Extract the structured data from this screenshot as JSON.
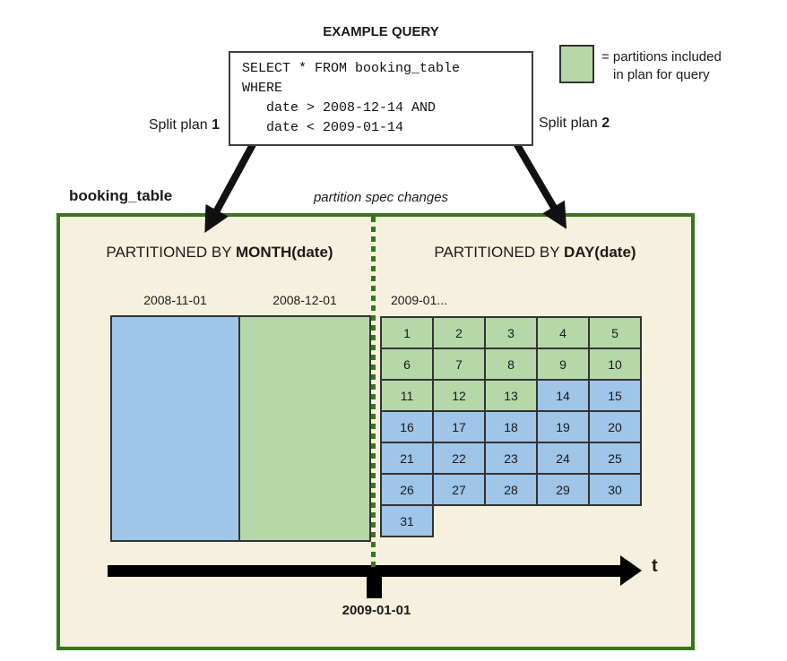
{
  "title": "EXAMPLE QUERY",
  "query": {
    "text": "SELECT * FROM booking_table\nWHERE\n   date > 2008-12-14 AND\n   date < 2009-01-14"
  },
  "legend": {
    "line1": "= partitions included",
    "line2": "in plan for query"
  },
  "split_plan_1": {
    "prefix": "Split plan ",
    "number": "1"
  },
  "split_plan_2": {
    "prefix": "Split plan ",
    "number": "2"
  },
  "table": {
    "name": "booking_table",
    "annotation": "partition spec changes",
    "left_partition": {
      "title_prefix": "PARTITIONED BY ",
      "title_bold": "MONTH(date)",
      "columns": [
        {
          "label": "2008-11-01",
          "included": false
        },
        {
          "label": "2008-12-01",
          "included": true
        }
      ]
    },
    "right_partition": {
      "title_prefix": "PARTITIONED BY ",
      "title_bold": "DAY(date)",
      "label": "2009-01...",
      "days": [
        {
          "n": 1,
          "included": true
        },
        {
          "n": 2,
          "included": true
        },
        {
          "n": 3,
          "included": true
        },
        {
          "n": 4,
          "included": true
        },
        {
          "n": 5,
          "included": true
        },
        {
          "n": 6,
          "included": true
        },
        {
          "n": 7,
          "included": true
        },
        {
          "n": 8,
          "included": true
        },
        {
          "n": 9,
          "included": true
        },
        {
          "n": 10,
          "included": true
        },
        {
          "n": 11,
          "included": true
        },
        {
          "n": 12,
          "included": true
        },
        {
          "n": 13,
          "included": true
        },
        {
          "n": 14,
          "included": false
        },
        {
          "n": 15,
          "included": false
        },
        {
          "n": 16,
          "included": false
        },
        {
          "n": 17,
          "included": false
        },
        {
          "n": 18,
          "included": false
        },
        {
          "n": 19,
          "included": false
        },
        {
          "n": 20,
          "included": false
        },
        {
          "n": 21,
          "included": false
        },
        {
          "n": 22,
          "included": false
        },
        {
          "n": 23,
          "included": false
        },
        {
          "n": 24,
          "included": false
        },
        {
          "n": 25,
          "included": false
        },
        {
          "n": 26,
          "included": false
        },
        {
          "n": 27,
          "included": false
        },
        {
          "n": 28,
          "included": false
        },
        {
          "n": 29,
          "included": false
        },
        {
          "n": 30,
          "included": false
        },
        {
          "n": 31,
          "included": false
        }
      ]
    },
    "timeline": {
      "axis_label": "t",
      "tick_label": "2009-01-01"
    }
  },
  "colors": {
    "included_green": "#b6d7a8",
    "excluded_blue": "#9fc5e8",
    "box_bg": "#f6f1de",
    "box_border": "#38761d"
  }
}
